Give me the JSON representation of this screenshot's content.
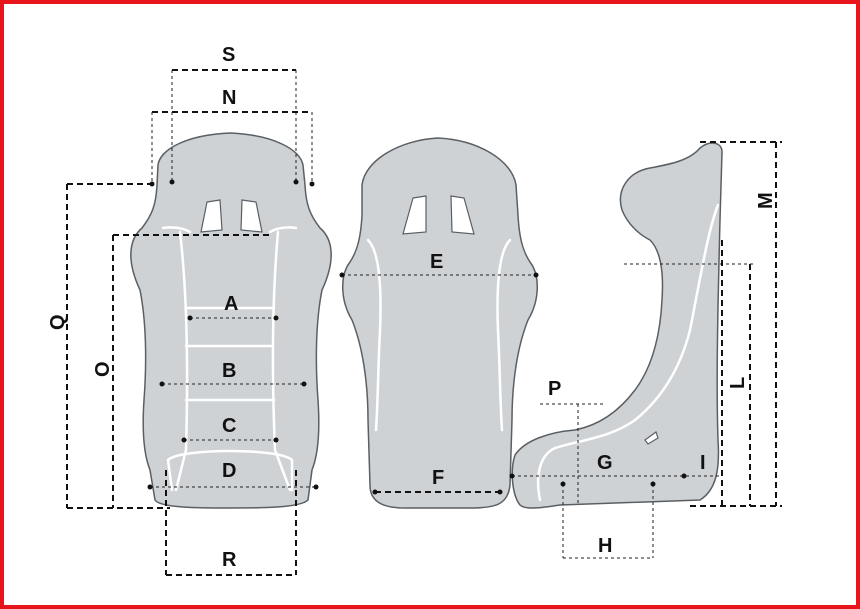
{
  "labels": {
    "S": "S",
    "N": "N",
    "Q": "Q",
    "O": "O",
    "A": "A",
    "B": "B",
    "C": "C",
    "D": "D",
    "R": "R",
    "E": "E",
    "F": "F",
    "M": "M",
    "L": "L",
    "P": "P",
    "G": "G",
    "I": "I",
    "H": "H"
  },
  "colors": {
    "frame": "#e8141b",
    "seat": "#cfd2d5",
    "outline": "#5a5f64",
    "seam": "#ffffff",
    "dimension": "#111111"
  }
}
